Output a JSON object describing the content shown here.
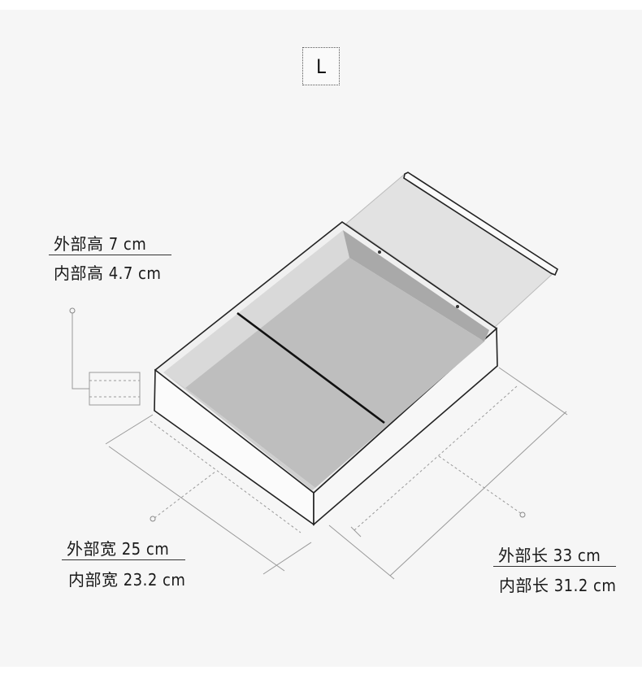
{
  "size_label": "L",
  "dimensions": {
    "height_outer": "外部高 7 cm",
    "height_inner": "内部高 4.7 cm",
    "width_outer": "外部宽 25 cm",
    "width_inner": "内部宽 23.2 cm",
    "length_outer": "外部长 33 cm",
    "length_inner": "内部长 31.2 cm"
  },
  "colors": {
    "background": "#f6f6f6",
    "line": "#1a1a1a",
    "box_floor": "#b8b8b8",
    "box_wall": "#d4d4d4",
    "lid": "#e0e0e0"
  }
}
